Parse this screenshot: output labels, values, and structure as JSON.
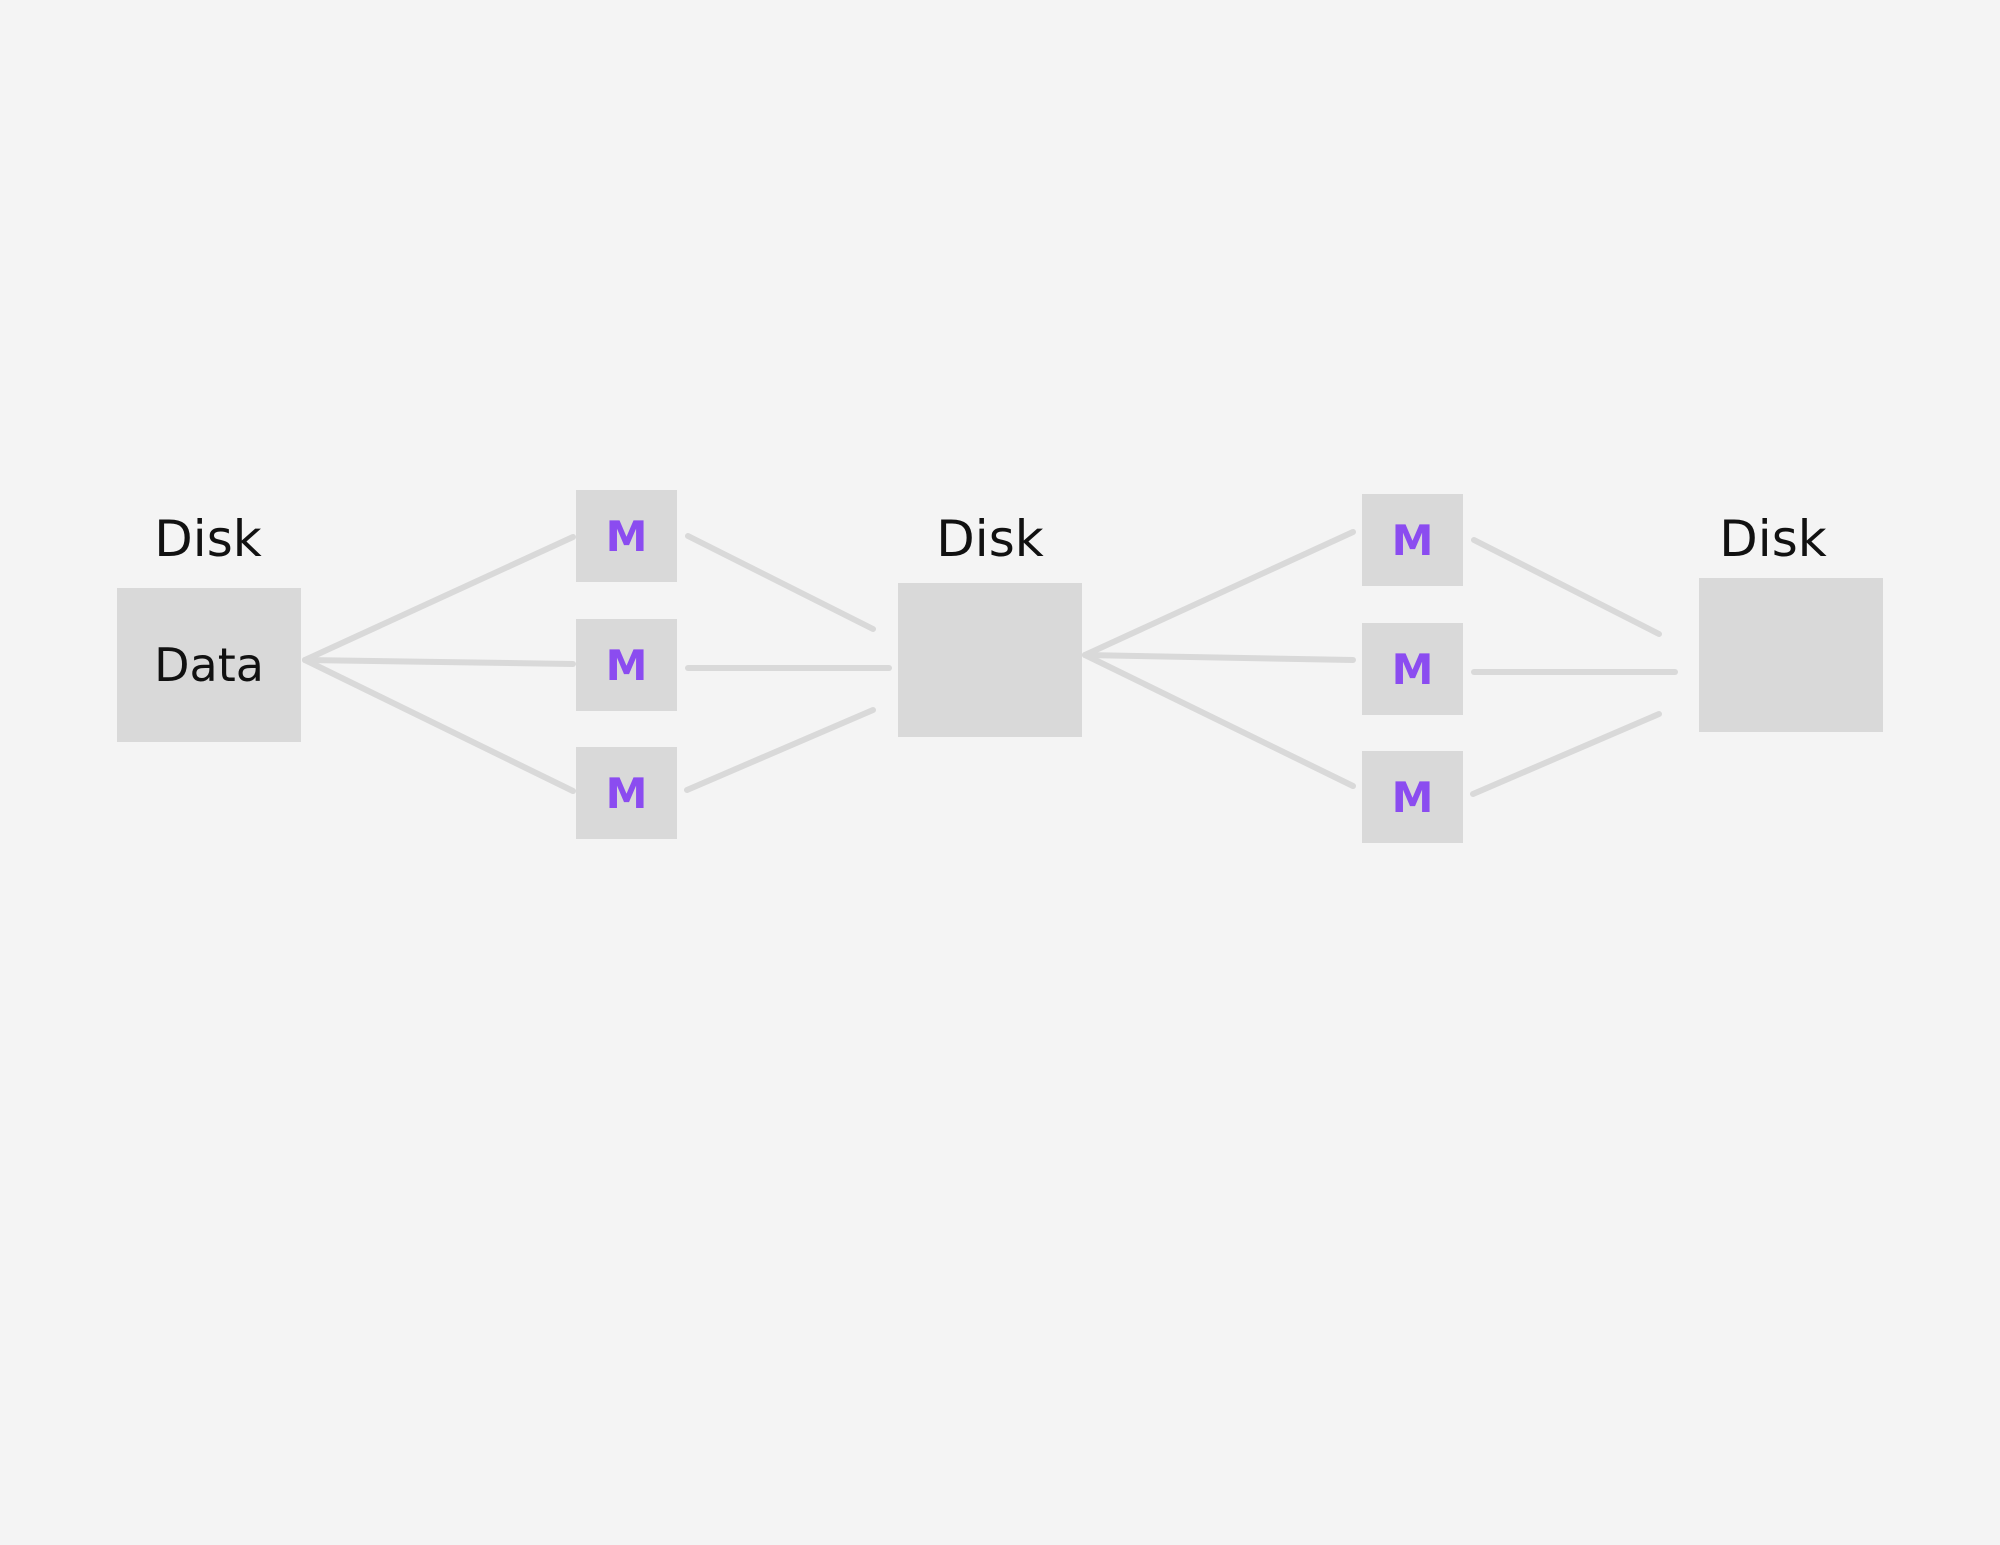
{
  "colors": {
    "background": "#f4f4f4",
    "box_fill": "#d9d9d9",
    "arrow": "#d9d9d9",
    "mapper_text": "#8b4cf0",
    "label_text": "#111111"
  },
  "stages": [
    {
      "label": "Disk",
      "content": "Data"
    },
    {
      "label": "Disk",
      "content": ""
    },
    {
      "label": "Disk",
      "content": ""
    }
  ],
  "mapper_groups": [
    {
      "mappers": [
        "M",
        "M",
        "M"
      ]
    },
    {
      "mappers": [
        "M",
        "M",
        "M"
      ]
    }
  ]
}
